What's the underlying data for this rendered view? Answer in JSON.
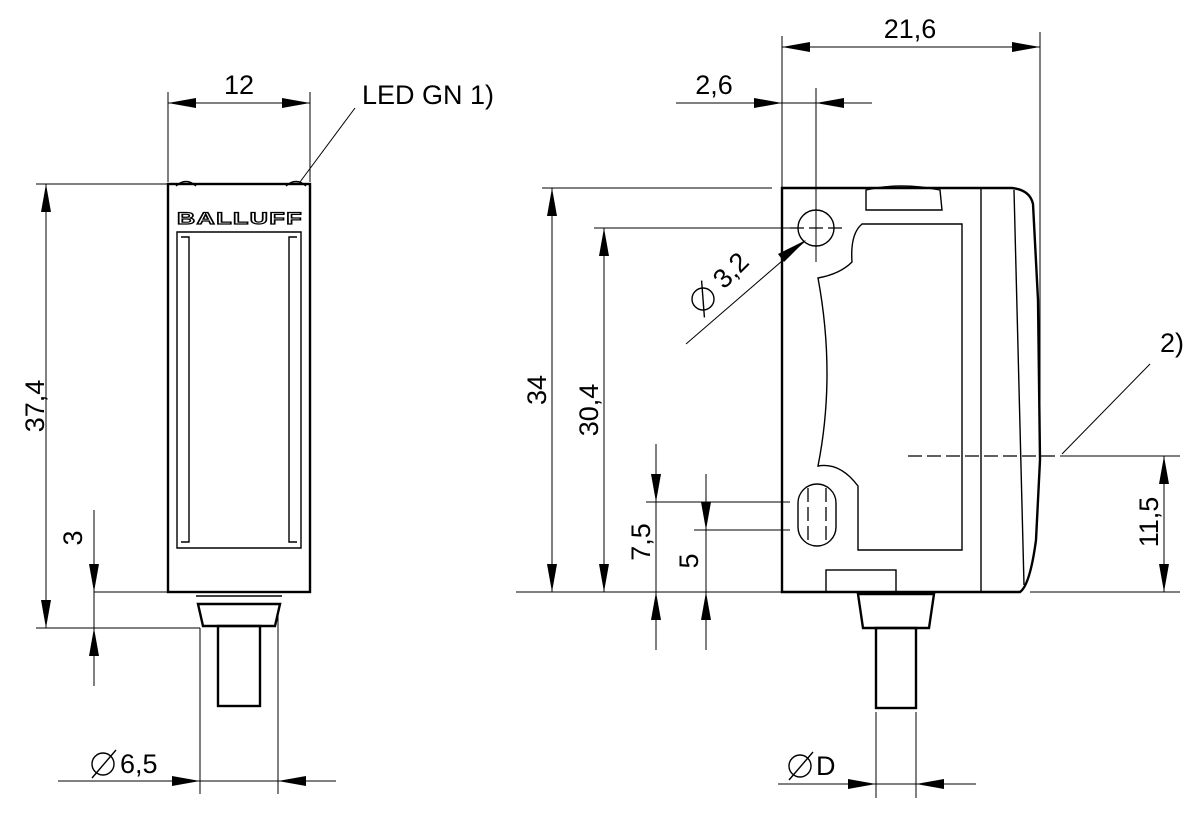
{
  "left_view": {
    "width_label": "12",
    "led_label": "LED GN  1)",
    "brand_label": "BALLUFF",
    "height_label": "37,4",
    "offset_label": "3",
    "diameter_label": "6,5"
  },
  "right_view": {
    "width_label": "21,6",
    "hole_offset_label": "2,6",
    "hole_diameter_label": "3,2",
    "height_label": "34",
    "hole_height_label": "30,4",
    "note_label": "2)",
    "axis_height_label": "11,5",
    "slot_height_label": "7,5",
    "slot_length_label": "5",
    "cable_diameter_label": "D"
  }
}
